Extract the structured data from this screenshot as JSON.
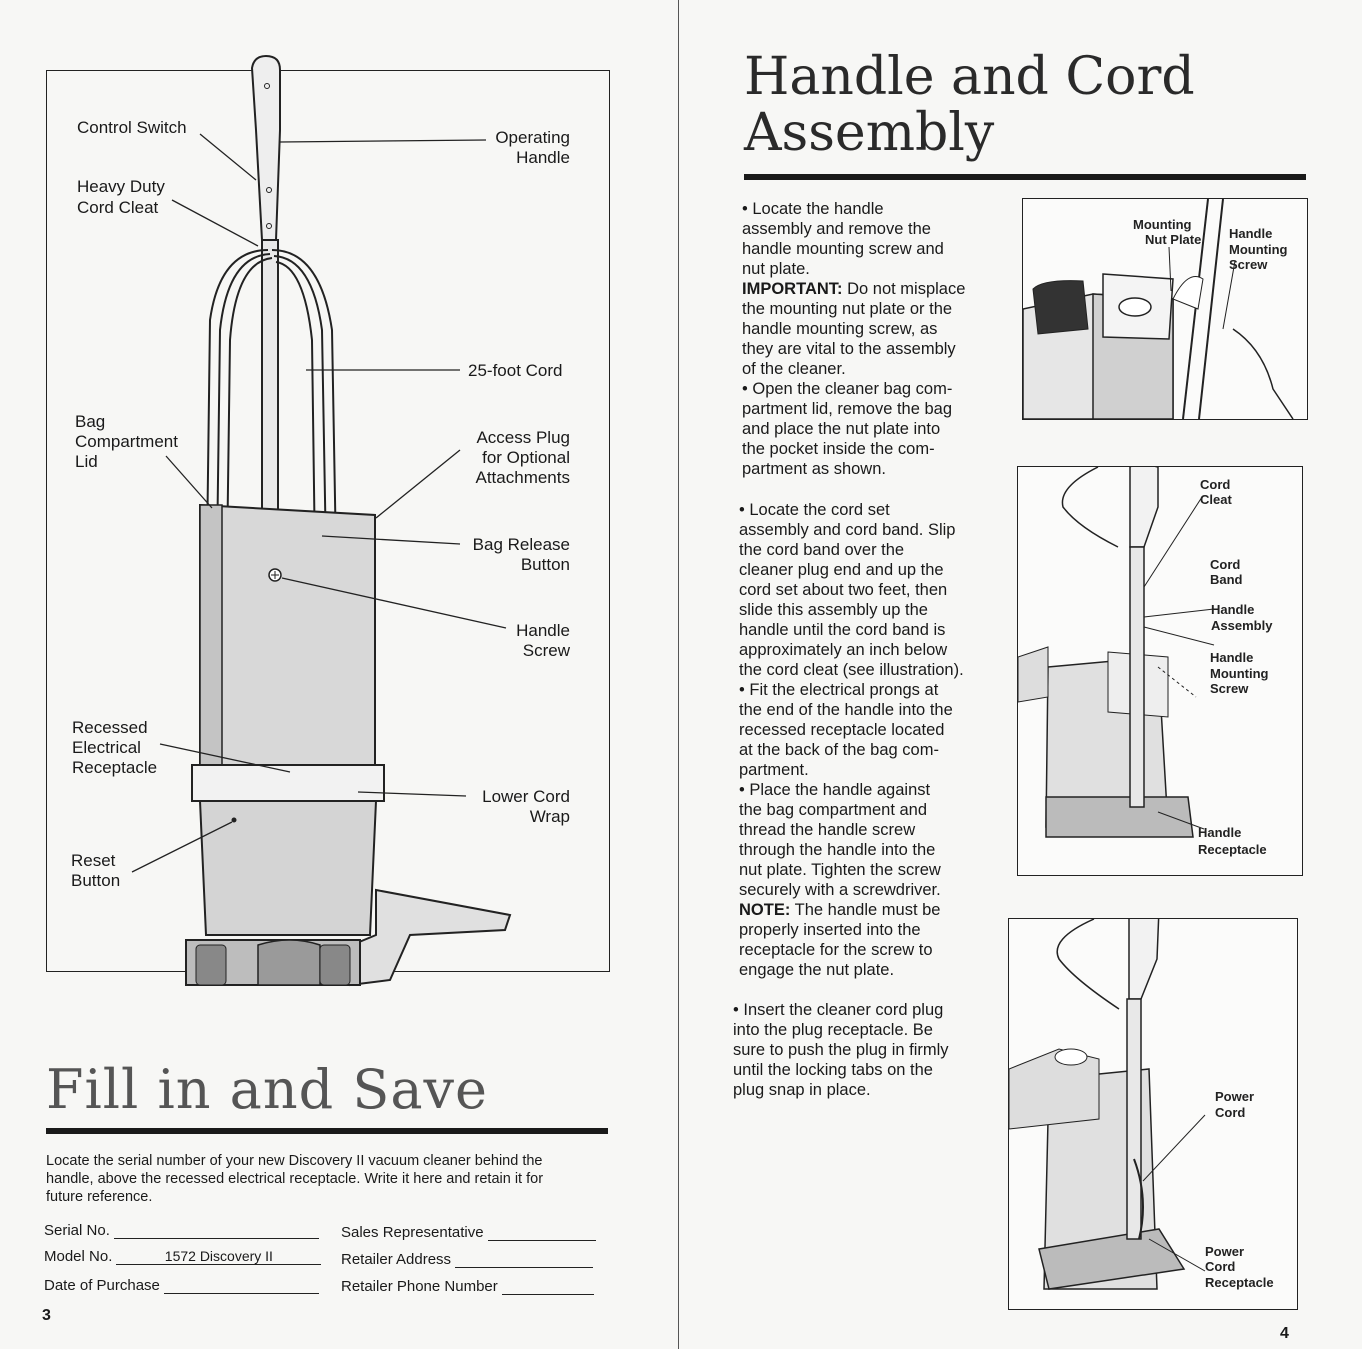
{
  "left_page": {
    "diagram_labels": {
      "control_switch": "Control Switch",
      "heavy_duty": "Heavy Duty",
      "cord_cleat": "Cord Cleat",
      "operating": "Operating",
      "handle": "Handle",
      "cord_25": "25-foot Cord",
      "bag": "Bag",
      "compartment": "Compartment",
      "lid": "Lid",
      "access_plug": "Access Plug",
      "for_optional": "for Optional",
      "attachments": "Attachments",
      "bag_release": "Bag Release",
      "button": "Button",
      "handle2": "Handle",
      "screw": "Screw",
      "recessed": "Recessed",
      "electrical": "Electrical",
      "receptacle": "Receptacle",
      "lower_cord": "Lower Cord",
      "wrap": "Wrap",
      "reset": "Reset",
      "button2": "Button"
    },
    "title": "Fill in and Save",
    "intro_line1": "Locate the serial number of your new Discovery II vacuum cleaner behind the",
    "intro_line2": "handle, above the recessed electrical receptacle. Write it here and retain it for",
    "intro_line3": "future reference.",
    "form": {
      "serial_label": "Serial No.",
      "serial_value": "",
      "model_label": "Model No.",
      "model_value": "1572 Discovery II",
      "date_label": "Date of Purchase",
      "date_value": "",
      "sales_label": "Sales Representative",
      "address_label": "Retailer Address",
      "phone_label": "Retailer Phone Number"
    },
    "page_number": "3"
  },
  "right_page": {
    "title_line1": "Handle and Cord",
    "title_line2": "Assembly",
    "para1": {
      "l1": "• Locate the handle",
      "l2": "assembly and remove the",
      "l3": "handle mounting screw and",
      "l4": "nut plate.",
      "important_label": "IMPORTANT:",
      "l5": " Do not misplace",
      "l6": "the mounting nut plate or the",
      "l7": "handle mounting screw, as",
      "l8": "they are vital to the assembly",
      "l9": "of the cleaner.",
      "l10": "• Open the cleaner bag com-",
      "l11": "partment lid, remove the bag",
      "l12": "and place the nut plate into",
      "l13": "the pocket inside the com-",
      "l14": "partment as shown."
    },
    "para2": {
      "l1": "• Locate the cord set",
      "l2": "assembly and cord band. Slip",
      "l3": "the cord band over the",
      "l4": "cleaner plug end and up the",
      "l5": "cord set about two feet, then",
      "l6": "slide this assembly up the",
      "l7": "handle until the cord band is",
      "l8": "approximately an inch below",
      "l9": "the cord cleat (see illustration).",
      "l10": "• Fit the electrical prongs at",
      "l11": "the end of the handle into the",
      "l12": "recessed receptacle located",
      "l13": "at the back of the bag com-",
      "l14": "partment.",
      "l15": "• Place the handle against",
      "l16": "the bag compartment and",
      "l17": "thread the handle screw",
      "l18": "through the handle into the",
      "l19": "nut plate. Tighten the screw",
      "l20": "securely with a screwdriver.",
      "note_label": "NOTE:",
      "l21": " The handle must be",
      "l22": "properly inserted into the",
      "l23": "receptacle for the screw to",
      "l24": "engage the nut plate."
    },
    "para3": {
      "l1": "• Insert the cleaner cord plug",
      "l2": "into the plug receptacle. Be",
      "l3": "sure to push the plug in firmly",
      "l4": "until the locking tabs on the",
      "l5": "plug snap in place."
    },
    "fig1": {
      "a1": "Mounting",
      "a2": "Nut Plate",
      "b1": "Handle",
      "b2": "Mounting",
      "b3": "Screw"
    },
    "fig2": {
      "a1": "Cord",
      "a2": "Cleat",
      "b1": "Cord",
      "b2": "Band",
      "c1": "Handle",
      "c2": "Assembly",
      "d1": "Handle",
      "d2": "Mounting",
      "d3": "Screw",
      "e1": "Handle",
      "e2": "Receptacle"
    },
    "fig3": {
      "a1": "Power",
      "a2": "Cord",
      "b1": "Power",
      "b2": "Cord",
      "b3": "Receptacle"
    },
    "page_number": "4"
  }
}
